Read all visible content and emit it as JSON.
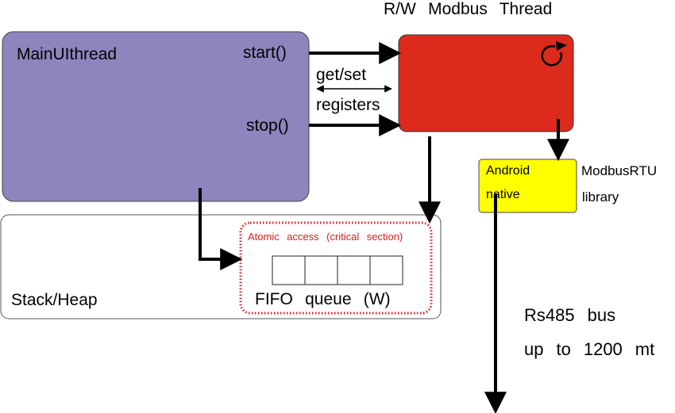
{
  "main_thread": {
    "label": "MainUIthread",
    "fill": "#8f84bd"
  },
  "calls": {
    "start": "start()",
    "stop": "stop()",
    "getset": "get/set",
    "registers": "registers"
  },
  "modbus_thread": {
    "title": "R/W Modbus Thread",
    "fill": "#dc2a1c",
    "icon": "reload-r-icon"
  },
  "stack_heap": {
    "label": "Stack/Heap"
  },
  "fifo": {
    "atomic_label": "Atomic access (critical section)",
    "atomic_color": "#d42020",
    "queue_label": "FIFO queue (W)",
    "slots": 4
  },
  "android": {
    "line1": "Android",
    "line2": "native",
    "fill": "#ffff00"
  },
  "library": {
    "line1": "ModbusRTU",
    "line2": "library"
  },
  "bus": {
    "line1": "Rs485 bus",
    "line2": "up to 1200 mt"
  }
}
